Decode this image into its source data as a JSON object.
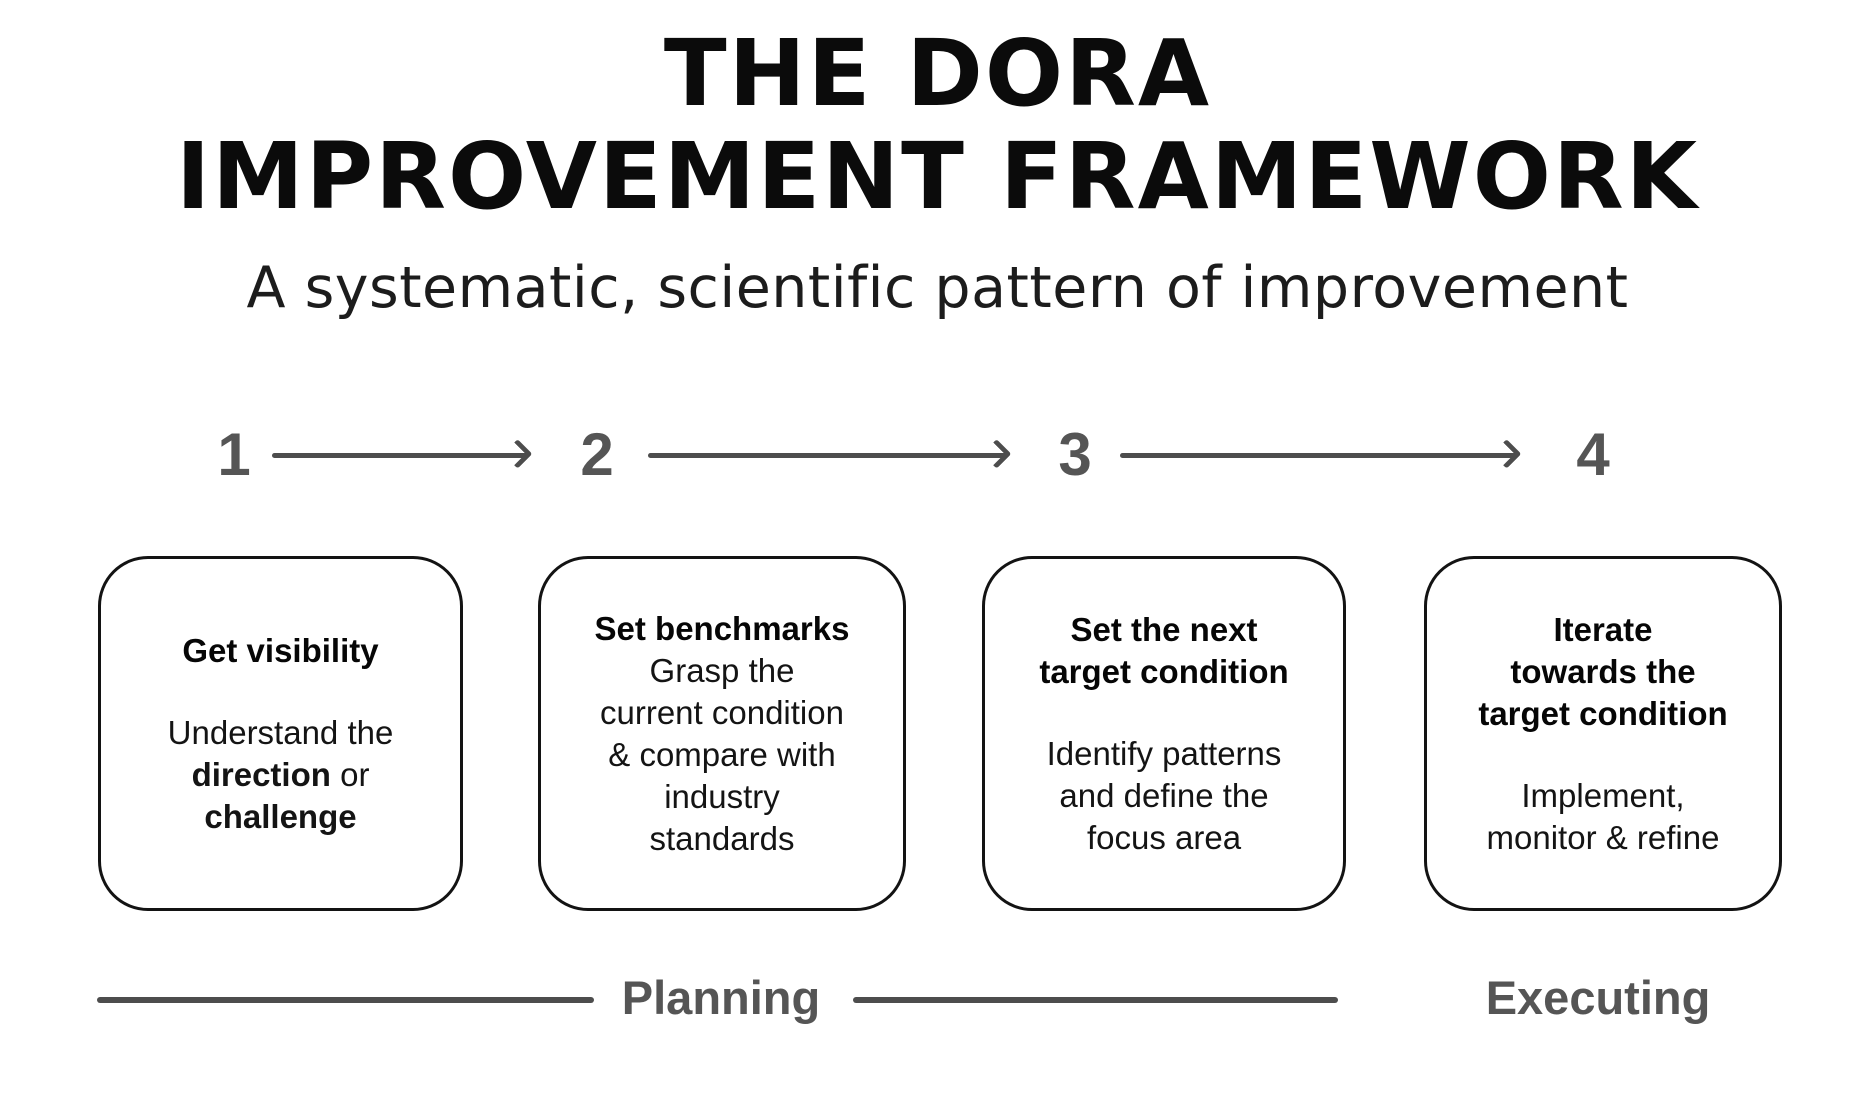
{
  "title": {
    "line1": "THE DORA",
    "line2": "IMPROVEMENT FRAMEWORK"
  },
  "subtitle": "A systematic, scientific pattern of improvement",
  "steps": [
    {
      "number": "1"
    },
    {
      "number": "2"
    },
    {
      "number": "3"
    },
    {
      "number": "4"
    }
  ],
  "boxes": [
    {
      "heading": [
        "Get visibility"
      ],
      "body": [
        [
          {
            "t": "Understand the"
          }
        ],
        [
          {
            "t": "direction",
            "b": true
          },
          {
            "t": " or"
          }
        ],
        [
          {
            "t": "challenge",
            "b": true
          }
        ]
      ]
    },
    {
      "heading": [
        "Set benchmarks"
      ],
      "body": [
        [
          {
            "t": "Grasp the"
          }
        ],
        [
          {
            "t": "current condition"
          }
        ],
        [
          {
            "t": "& compare with"
          }
        ],
        [
          {
            "t": "industry"
          }
        ],
        [
          {
            "t": "standards"
          }
        ]
      ]
    },
    {
      "heading": [
        "Set the next",
        "target condition"
      ],
      "body": [
        [
          {
            "t": "Identify patterns"
          }
        ],
        [
          {
            "t": "and define the"
          }
        ],
        [
          {
            "t": "focus area"
          }
        ]
      ]
    },
    {
      "heading": [
        "Iterate",
        "towards the",
        "target condition"
      ],
      "body": [
        [
          {
            "t": "Implement,"
          }
        ],
        [
          {
            "t": "monitor & refine"
          }
        ]
      ]
    }
  ],
  "phases": {
    "planning": "Planning",
    "executing": "Executing"
  },
  "colors": {
    "text_black": "#0b0b0b",
    "gray_label": "#555555",
    "gray_line": "#4d4d4d",
    "box_border": "#131313",
    "background": "#ffffff"
  }
}
